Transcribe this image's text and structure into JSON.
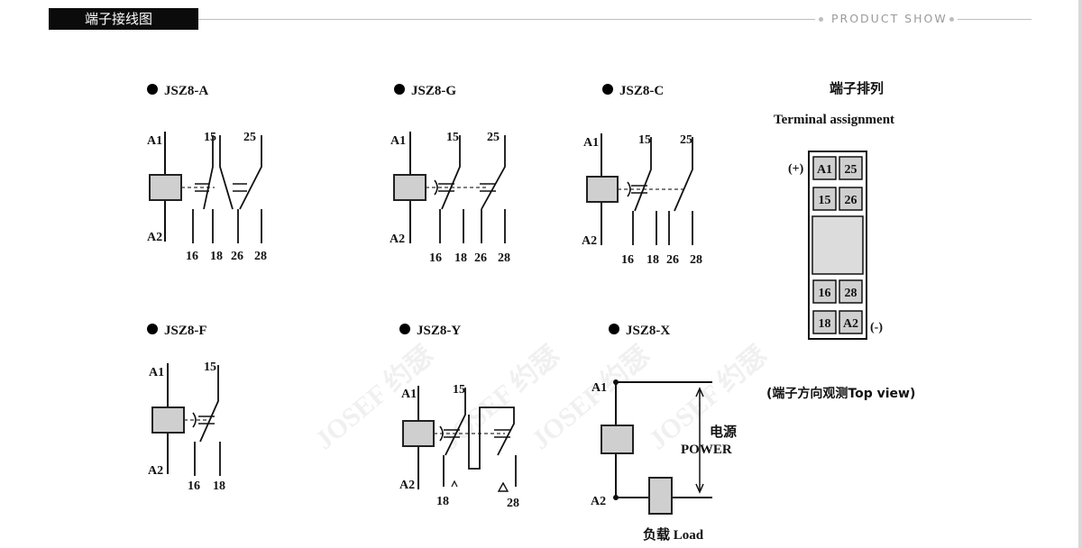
{
  "header": {
    "title": "端子接线图",
    "right_label": "PRODUCT SHOW"
  },
  "watermark": [
    "JOSEF 约瑟",
    "JOSEF 约瑟",
    "JOSEF 约瑟",
    "JOSEF 约瑟"
  ],
  "relays": {
    "a": {
      "title": "JSZ8-A",
      "t15": "15",
      "t25": "25",
      "a1": "A1",
      "a2": "A2",
      "b16": "16",
      "b18": "18",
      "b26": "26",
      "b28": "28"
    },
    "g": {
      "title": "JSZ8-G",
      "t15": "15",
      "t25": "25",
      "a1": "A1",
      "a2": "A2",
      "b16": "16",
      "b18": "18",
      "b26": "26",
      "b28": "28"
    },
    "c": {
      "title": "JSZ8-C",
      "t15": "15",
      "t25": "25",
      "a1": "A1",
      "a2": "A2",
      "b16": "16",
      "b18": "18",
      "b26": "26",
      "b28": "28"
    },
    "f": {
      "title": "JSZ8-F",
      "t15": "15",
      "a1": "A1",
      "a2": "A2",
      "b16": "16",
      "b18": "18"
    },
    "y": {
      "title": "JSZ8-Y",
      "t15": "15",
      "a1": "A1",
      "a2": "A2",
      "b18": "18",
      "b28": "28"
    },
    "x": {
      "title": "JSZ8-X",
      "a1": "A1",
      "a2": "A2",
      "power_cn": "电源",
      "power_en": "POWER",
      "load": "负载 Load"
    }
  },
  "terminal": {
    "title_cn": "端子排列",
    "title_en": "Terminal assignment",
    "plus": "(+)",
    "minus": "(-)",
    "top_view": "(端子方向观测Top view)",
    "cells": [
      "A1",
      "25",
      "15",
      "26",
      "16",
      "28",
      "18",
      "A2"
    ]
  }
}
